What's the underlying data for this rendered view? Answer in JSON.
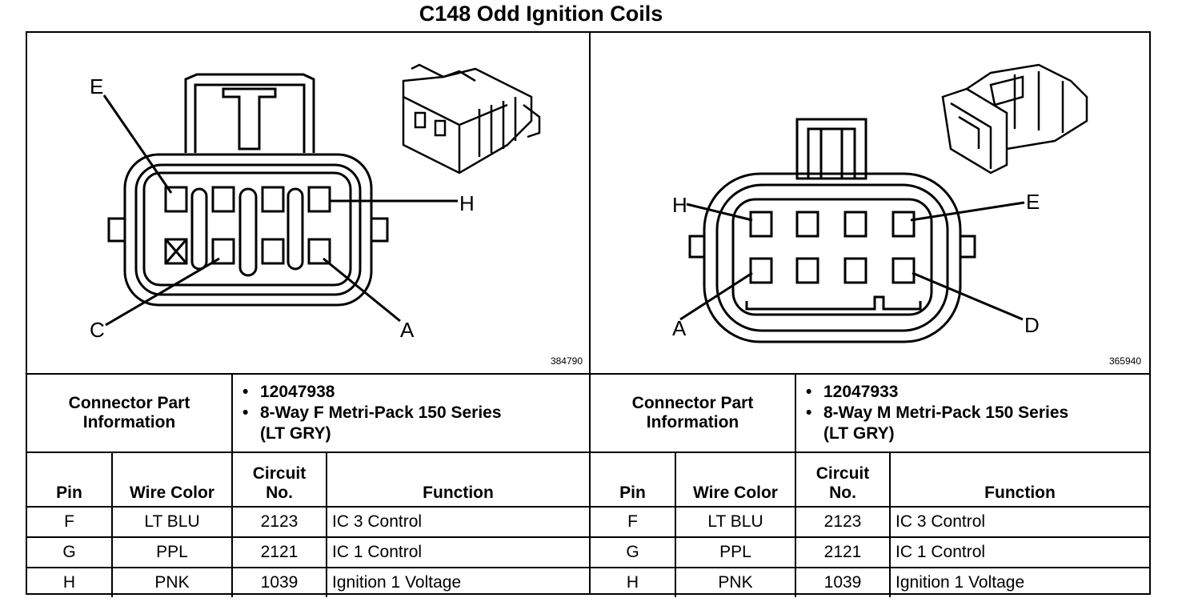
{
  "title": "C148 Odd Ignition Coils",
  "left": {
    "figure_number": "384790",
    "pin_labels": {
      "e": "E",
      "h": "H",
      "c": "C",
      "a": "A"
    },
    "connector_info_label": "Connector Part Information",
    "part_number": "12047938",
    "description_line1": "8-Way F Metri-Pack 150 Series",
    "description_line2": "(LT GRY)",
    "headers": {
      "pin": "Pin",
      "wire_color": "Wire Color",
      "circuit": "Circuit No.",
      "function": "Function"
    },
    "rows": [
      {
        "pin": "F",
        "wire_color": "LT BLU",
        "circuit": "2123",
        "function": "IC 3 Control"
      },
      {
        "pin": "G",
        "wire_color": "PPL",
        "circuit": "2121",
        "function": "IC 1 Control"
      },
      {
        "pin": "H",
        "wire_color": "PNK",
        "circuit": "1039",
        "function": "Ignition 1 Voltage"
      }
    ]
  },
  "right": {
    "figure_number": "365940",
    "pin_labels": {
      "h": "H",
      "e": "E",
      "a": "A",
      "d": "D"
    },
    "connector_info_label": "Connector Part Information",
    "part_number": "12047933",
    "description_line1": "8-Way M Metri-Pack 150 Series",
    "description_line2": "(LT GRY)",
    "headers": {
      "pin": "Pin",
      "wire_color": "Wire Color",
      "circuit": "Circuit No.",
      "function": "Function"
    },
    "rows": [
      {
        "pin": "F",
        "wire_color": "LT BLU",
        "circuit": "2123",
        "function": "IC 3 Control"
      },
      {
        "pin": "G",
        "wire_color": "PPL",
        "circuit": "2121",
        "function": "IC 1 Control"
      },
      {
        "pin": "H",
        "wire_color": "PNK",
        "circuit": "1039",
        "function": "Ignition 1 Voltage"
      }
    ]
  }
}
